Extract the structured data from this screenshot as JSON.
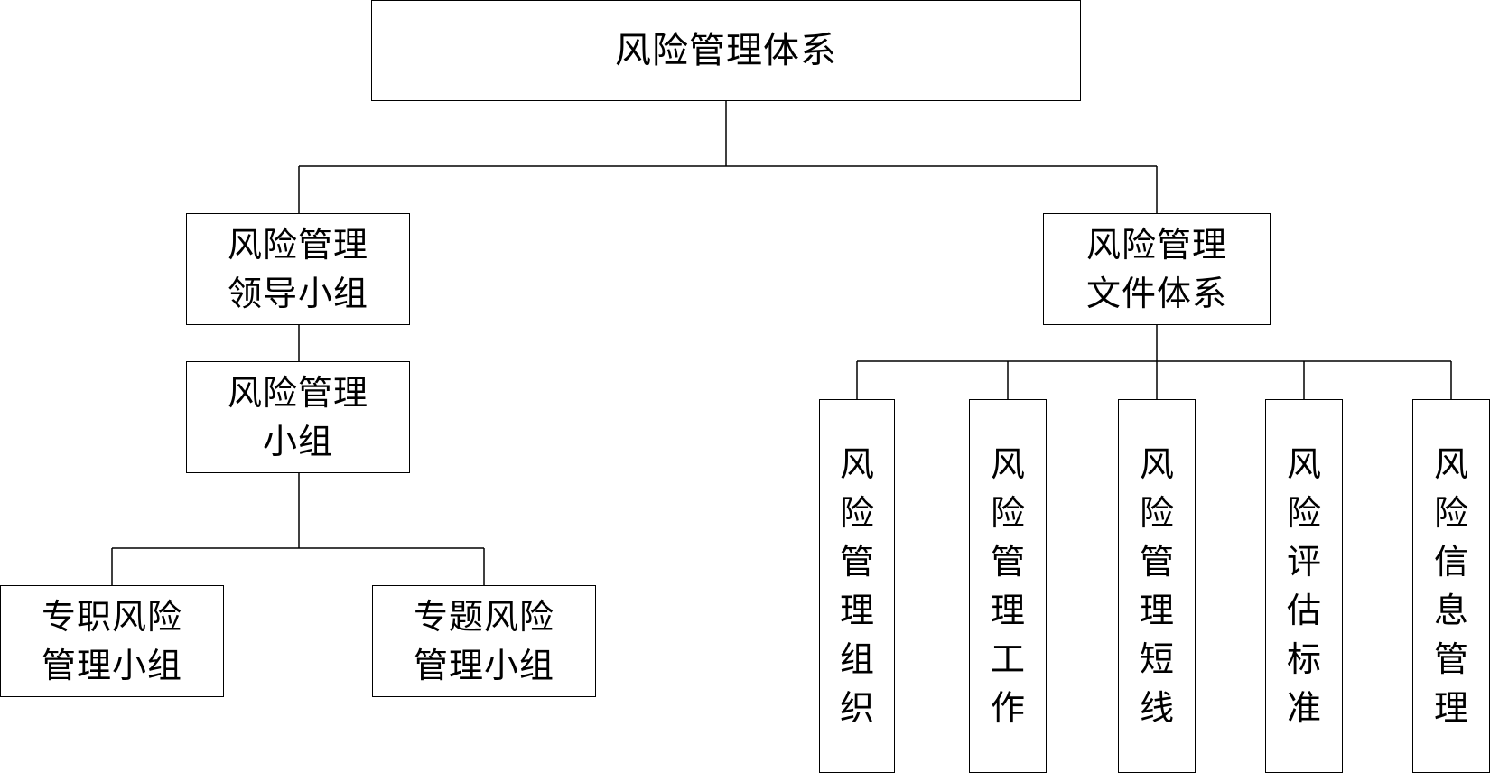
{
  "diagram": {
    "root": "风险管理体系",
    "leadership_group": "风险管理\n领导小组",
    "management_group": "风险管理\n小组",
    "fulltime_group": "专职风险\n管理小组",
    "special_group": "专题风险\n管理小组",
    "document_system": "风险管理\n文件体系",
    "doc_children": [
      "风险管理组织",
      "风险管理工作",
      "风险管理短线",
      "风险评估标准",
      "风险信息管理"
    ]
  }
}
